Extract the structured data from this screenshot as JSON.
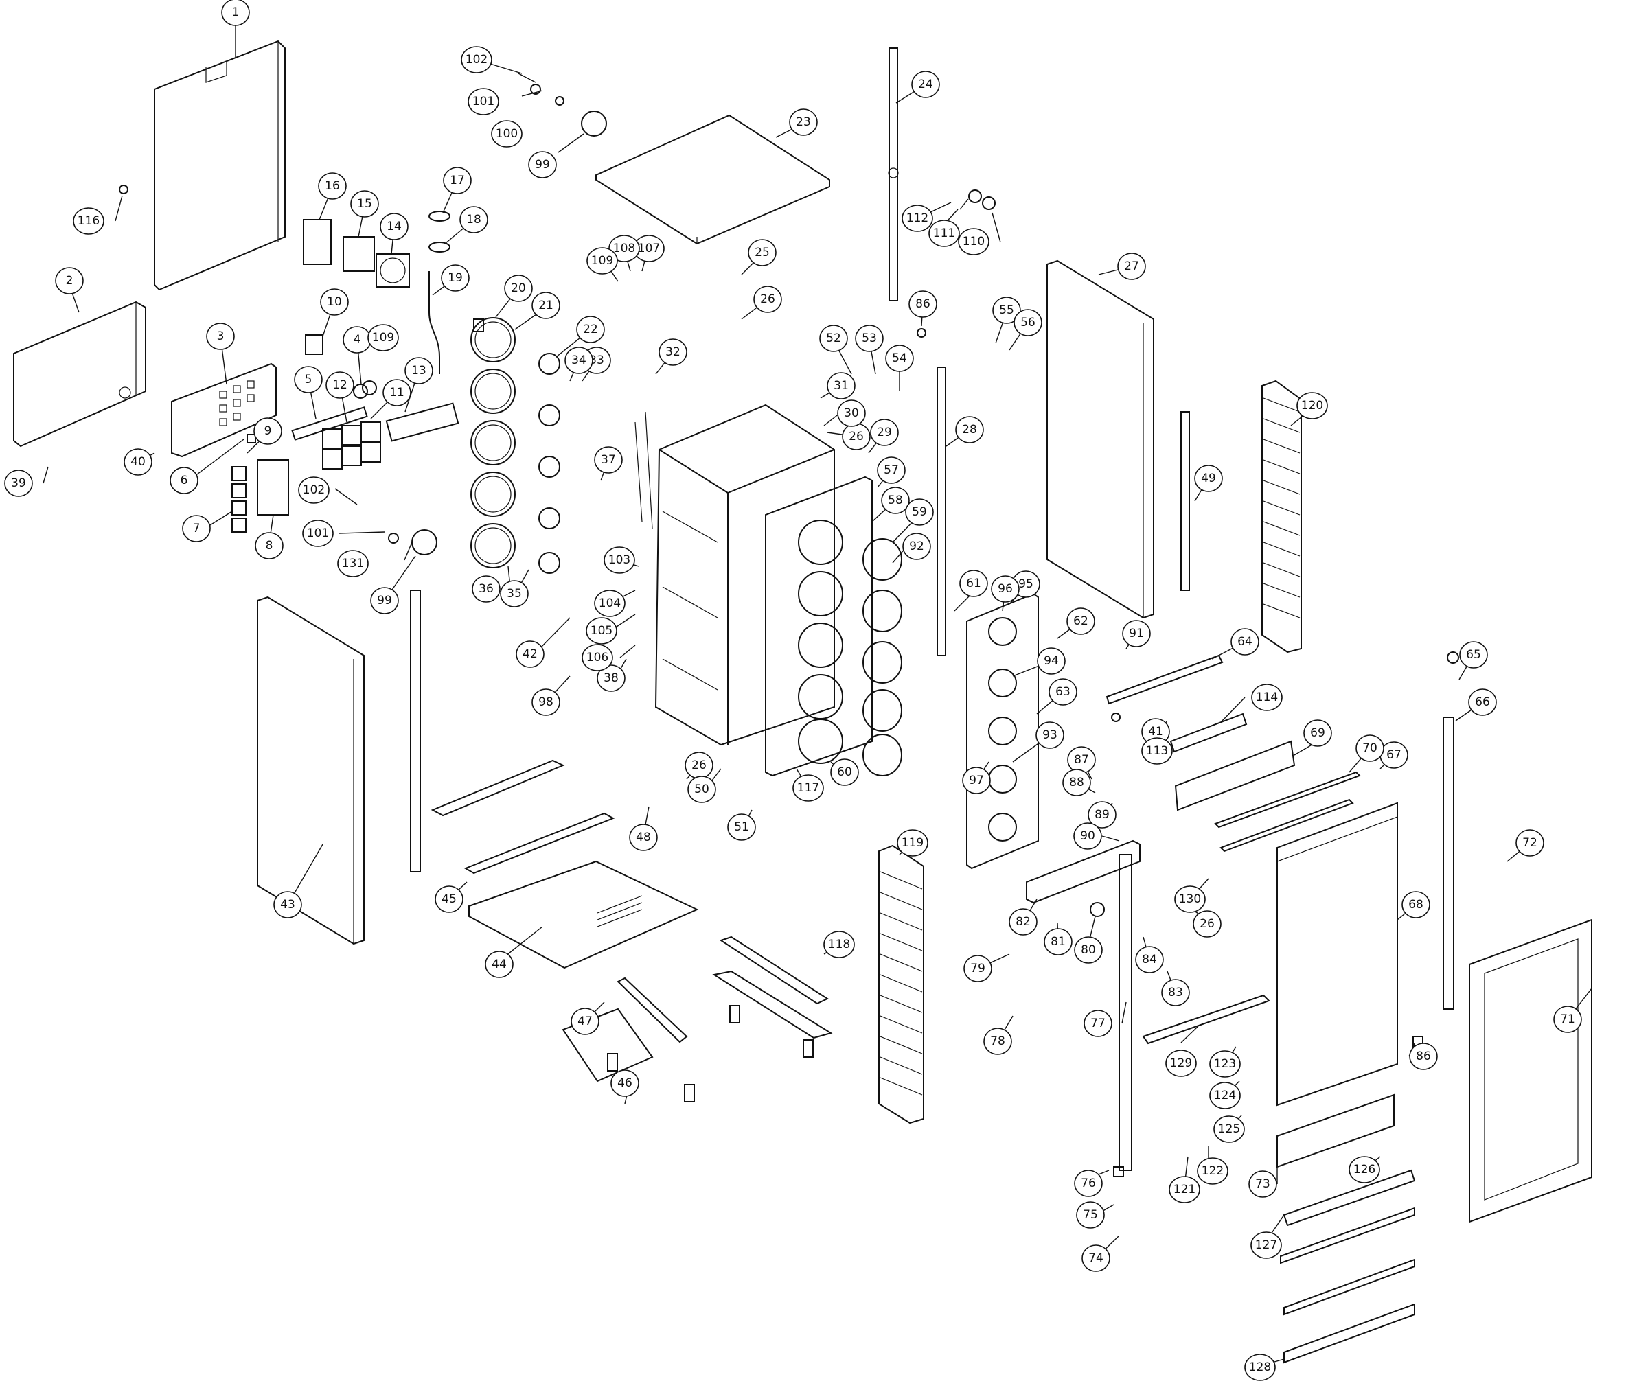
{
  "diagram": {
    "type": "exploded-parts-view",
    "callouts": [
      {
        "id": "c1",
        "label": "1"
      },
      {
        "id": "c2",
        "label": "2"
      },
      {
        "id": "c3",
        "label": "3"
      },
      {
        "id": "c4",
        "label": "4"
      },
      {
        "id": "c5",
        "label": "5"
      },
      {
        "id": "c6",
        "label": "6"
      },
      {
        "id": "c7",
        "label": "7"
      },
      {
        "id": "c8",
        "label": "8"
      },
      {
        "id": "c9",
        "label": "9"
      },
      {
        "id": "c10",
        "label": "10"
      },
      {
        "id": "c11",
        "label": "11"
      },
      {
        "id": "c12",
        "label": "12"
      },
      {
        "id": "c13",
        "label": "13"
      },
      {
        "id": "c14",
        "label": "14"
      },
      {
        "id": "c15",
        "label": "15"
      },
      {
        "id": "c16",
        "label": "16"
      },
      {
        "id": "c17",
        "label": "17"
      },
      {
        "id": "c18",
        "label": "18"
      },
      {
        "id": "c19",
        "label": "19"
      },
      {
        "id": "c20",
        "label": "20"
      },
      {
        "id": "c21",
        "label": "21"
      },
      {
        "id": "c22",
        "label": "22"
      },
      {
        "id": "c23",
        "label": "23"
      },
      {
        "id": "c24",
        "label": "24"
      },
      {
        "id": "c25",
        "label": "25"
      },
      {
        "id": "c26a",
        "label": "26"
      },
      {
        "id": "c26b",
        "label": "26"
      },
      {
        "id": "c26c",
        "label": "26"
      },
      {
        "id": "c26d",
        "label": "26"
      },
      {
        "id": "c27",
        "label": "27"
      },
      {
        "id": "c28",
        "label": "28"
      },
      {
        "id": "c29",
        "label": "29"
      },
      {
        "id": "c30",
        "label": "30"
      },
      {
        "id": "c31",
        "label": "31"
      },
      {
        "id": "c32",
        "label": "32"
      },
      {
        "id": "c33",
        "label": "33"
      },
      {
        "id": "c34",
        "label": "34"
      },
      {
        "id": "c35",
        "label": "35"
      },
      {
        "id": "c36",
        "label": "36"
      },
      {
        "id": "c37",
        "label": "37"
      },
      {
        "id": "c38",
        "label": "38"
      },
      {
        "id": "c39",
        "label": "39"
      },
      {
        "id": "c40",
        "label": "40"
      },
      {
        "id": "c41",
        "label": "41"
      },
      {
        "id": "c42",
        "label": "42"
      },
      {
        "id": "c43",
        "label": "43"
      },
      {
        "id": "c44",
        "label": "44"
      },
      {
        "id": "c45",
        "label": "45"
      },
      {
        "id": "c46",
        "label": "46"
      },
      {
        "id": "c47",
        "label": "47"
      },
      {
        "id": "c48",
        "label": "48"
      },
      {
        "id": "c49",
        "label": "49"
      },
      {
        "id": "c50",
        "label": "50"
      },
      {
        "id": "c51",
        "label": "51"
      },
      {
        "id": "c52",
        "label": "52"
      },
      {
        "id": "c53",
        "label": "53"
      },
      {
        "id": "c54",
        "label": "54"
      },
      {
        "id": "c55",
        "label": "55"
      },
      {
        "id": "c56",
        "label": "56"
      },
      {
        "id": "c57",
        "label": "57"
      },
      {
        "id": "c58",
        "label": "58"
      },
      {
        "id": "c59",
        "label": "59"
      },
      {
        "id": "c60",
        "label": "60"
      },
      {
        "id": "c61",
        "label": "61"
      },
      {
        "id": "c62",
        "label": "62"
      },
      {
        "id": "c63",
        "label": "63"
      },
      {
        "id": "c64",
        "label": "64"
      },
      {
        "id": "c65",
        "label": "65"
      },
      {
        "id": "c66",
        "label": "66"
      },
      {
        "id": "c67",
        "label": "67"
      },
      {
        "id": "c68",
        "label": "68"
      },
      {
        "id": "c69",
        "label": "69"
      },
      {
        "id": "c70",
        "label": "70"
      },
      {
        "id": "c71",
        "label": "71"
      },
      {
        "id": "c72",
        "label": "72"
      },
      {
        "id": "c73",
        "label": "73"
      },
      {
        "id": "c74",
        "label": "74"
      },
      {
        "id": "c75",
        "label": "75"
      },
      {
        "id": "c76",
        "label": "76"
      },
      {
        "id": "c77",
        "label": "77"
      },
      {
        "id": "c78",
        "label": "78"
      },
      {
        "id": "c79",
        "label": "79"
      },
      {
        "id": "c80",
        "label": "80"
      },
      {
        "id": "c81",
        "label": "81"
      },
      {
        "id": "c82",
        "label": "82"
      },
      {
        "id": "c83",
        "label": "83"
      },
      {
        "id": "c84",
        "label": "84"
      },
      {
        "id": "c86a",
        "label": "86"
      },
      {
        "id": "c86b",
        "label": "86"
      },
      {
        "id": "c87",
        "label": "87"
      },
      {
        "id": "c88",
        "label": "88"
      },
      {
        "id": "c89",
        "label": "89"
      },
      {
        "id": "c90",
        "label": "90"
      },
      {
        "id": "c91",
        "label": "91"
      },
      {
        "id": "c92",
        "label": "92"
      },
      {
        "id": "c93",
        "label": "93"
      },
      {
        "id": "c94",
        "label": "94"
      },
      {
        "id": "c95",
        "label": "95"
      },
      {
        "id": "c96",
        "label": "96"
      },
      {
        "id": "c97",
        "label": "97"
      },
      {
        "id": "c98",
        "label": "98"
      },
      {
        "id": "c99a",
        "label": "99"
      },
      {
        "id": "c99b",
        "label": "99"
      },
      {
        "id": "c100",
        "label": "100"
      },
      {
        "id": "c101a",
        "label": "101"
      },
      {
        "id": "c101b",
        "label": "101"
      },
      {
        "id": "c102a",
        "label": "102"
      },
      {
        "id": "c102b",
        "label": "102"
      },
      {
        "id": "c103",
        "label": "103"
      },
      {
        "id": "c104",
        "label": "104"
      },
      {
        "id": "c105",
        "label": "105"
      },
      {
        "id": "c106",
        "label": "106"
      },
      {
        "id": "c107",
        "label": "107"
      },
      {
        "id": "c108",
        "label": "108"
      },
      {
        "id": "c109a",
        "label": "109"
      },
      {
        "id": "c109b",
        "label": "109"
      },
      {
        "id": "c110",
        "label": "110"
      },
      {
        "id": "c111",
        "label": "111"
      },
      {
        "id": "c112",
        "label": "112"
      },
      {
        "id": "c113",
        "label": "113"
      },
      {
        "id": "c114",
        "label": "114"
      },
      {
        "id": "c116",
        "label": "116"
      },
      {
        "id": "c117",
        "label": "117"
      },
      {
        "id": "c118",
        "label": "118"
      },
      {
        "id": "c119",
        "label": "119"
      },
      {
        "id": "c120",
        "label": "120"
      },
      {
        "id": "c121",
        "label": "121"
      },
      {
        "id": "c122",
        "label": "122"
      },
      {
        "id": "c123",
        "label": "123"
      },
      {
        "id": "c124",
        "label": "124"
      },
      {
        "id": "c125",
        "label": "125"
      },
      {
        "id": "c126",
        "label": "126"
      },
      {
        "id": "c127",
        "label": "127"
      },
      {
        "id": "c128",
        "label": "128"
      },
      {
        "id": "c129",
        "label": "129"
      },
      {
        "id": "c130",
        "label": "130"
      },
      {
        "id": "c131",
        "label": "131"
      }
    ]
  }
}
